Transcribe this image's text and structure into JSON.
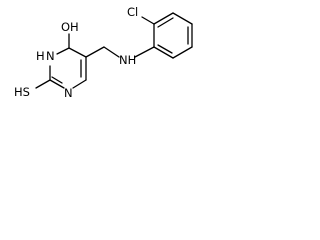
{
  "structure": {
    "atoms": {
      "oh": "OH",
      "nh_ring": "H",
      "nh_ring_n": "N",
      "n_ring": "N",
      "hs": "HS",
      "nh_link": "NH",
      "cl": "Cl"
    }
  }
}
